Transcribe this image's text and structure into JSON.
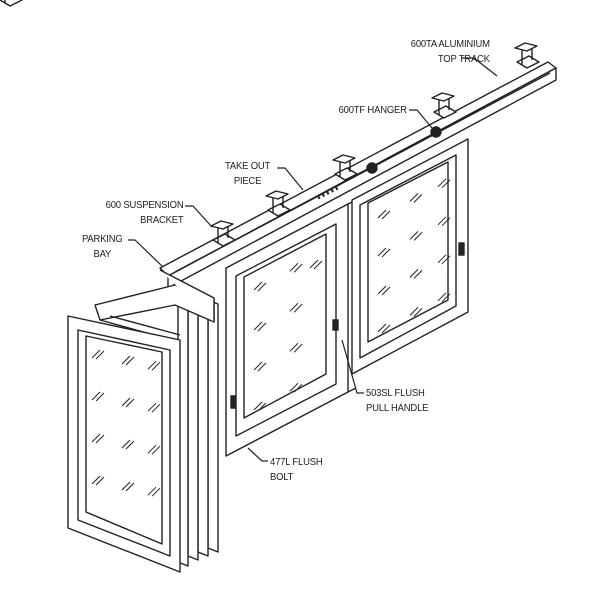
{
  "labels": {
    "top_track": {
      "line1": "600TA ALUMINIUM",
      "line2": "TOP TRACK"
    },
    "hanger": {
      "line1": "600TF HANGER"
    },
    "take_out": {
      "line1": "TAKE OUT",
      "line2": "PIECE"
    },
    "bracket": {
      "line1": "600 SUSPENSION",
      "line2": "BRACKET"
    },
    "parking": {
      "line1": "PARKING",
      "line2": "BAY"
    },
    "pull_handle": {
      "line1": "503SL FLUSH",
      "line2": "PULL HANDLE"
    },
    "flush_bolt": {
      "line1": "477L FLUSH",
      "line2": "BOLT"
    }
  },
  "colors": {
    "line": "#222222",
    "background": "#ffffff"
  }
}
